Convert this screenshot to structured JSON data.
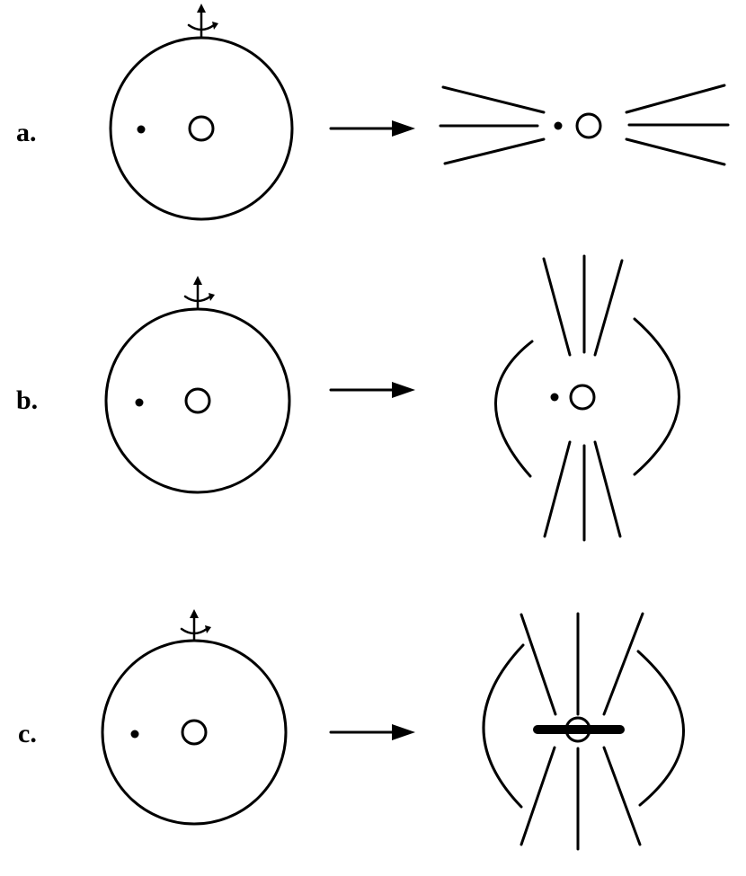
{
  "panels": [
    {
      "label": "a."
    },
    {
      "label": "b."
    },
    {
      "label": "c."
    }
  ],
  "colors": {
    "ink": "#000000",
    "background": "#ffffff"
  },
  "icons": [
    "rotation-axis-icon",
    "arrow-right-icon",
    "star-icon",
    "companion-dot-icon",
    "disk-icon"
  ]
}
